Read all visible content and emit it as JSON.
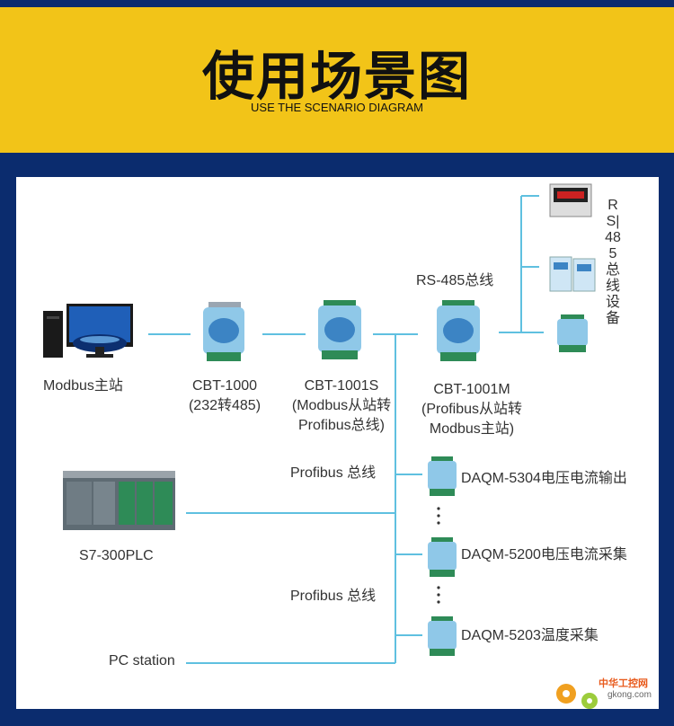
{
  "header": {
    "title": "使用场景图",
    "subtitle": "USE THE SCENARIO DIAGRAM"
  },
  "nodes": {
    "modbus_master": "Modbus主站",
    "cbt1000_line1": "CBT-1000",
    "cbt1000_line2": "(232转485)",
    "cbt1001s_line1": "CBT-1001S",
    "cbt1001s_line2": "(Modbus从站转",
    "cbt1001s_line3": "Profibus总线)",
    "cbt1001m_line1": "CBT-1001M",
    "cbt1001m_line2": "(Profibus从站转",
    "cbt1001m_line3": "Modbus主站)",
    "rs485_bus": "RS-485总线",
    "rs485_devices_vertical": "RS|485总线设备",
    "profibus_bus_1": "Profibus 总线",
    "profibus_bus_2": "Profibus 总线",
    "plc": "S7-300PLC",
    "pc_station": "PC station",
    "daqm5304": "DAQM-5304电压电流输出",
    "daqm5200": "DAQM-5200电压电流采集",
    "daqm5203": "DAQM-5203温度采集"
  },
  "watermark": {
    "brand": "中华工控网",
    "domain": "gkong.com"
  },
  "colors": {
    "frame": "#0b2c6e",
    "header": "#f2c418",
    "line": "#5fc0e0",
    "module_green": "#2e8b57",
    "module_blue": "#8fc8e8"
  }
}
